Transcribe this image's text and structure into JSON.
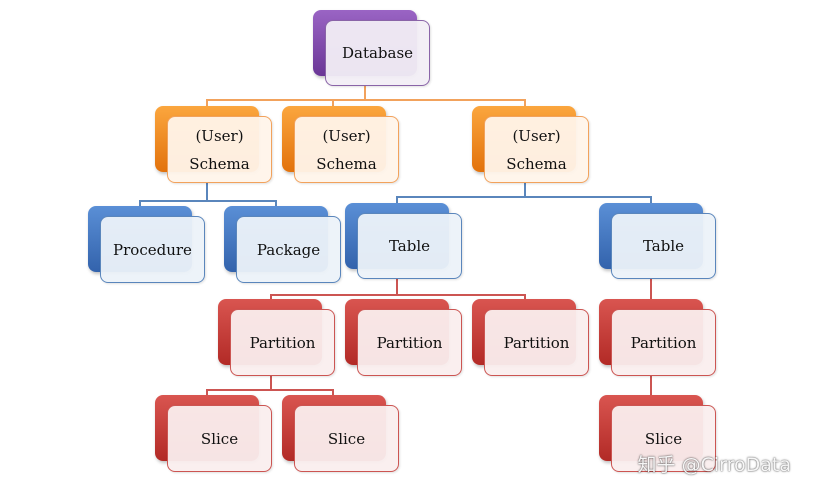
{
  "diagram": {
    "root": {
      "label": "Database",
      "color": "#7a4ba8"
    },
    "schemas": [
      {
        "line1": "(User)",
        "line2": "Schema"
      },
      {
        "line1": "(User)",
        "line2": "Schema"
      },
      {
        "line1": "(User)",
        "line2": "Schema"
      }
    ],
    "objects": [
      {
        "label": "Procedure"
      },
      {
        "label": "Package"
      },
      {
        "label": "Table"
      },
      {
        "label": "Table"
      }
    ],
    "partitions": [
      {
        "label": "Partition"
      },
      {
        "label": "Partition"
      },
      {
        "label": "Partition"
      },
      {
        "label": "Partition"
      }
    ],
    "slices": [
      {
        "label": "Slice"
      },
      {
        "label": "Slice"
      },
      {
        "label": "Slice"
      }
    ],
    "colors": {
      "purple": "#7a4ba8",
      "orange": "#f08a1c",
      "blue": "#3f74c2",
      "red": "#c0332f"
    }
  },
  "watermark": "知乎 @CirroData"
}
